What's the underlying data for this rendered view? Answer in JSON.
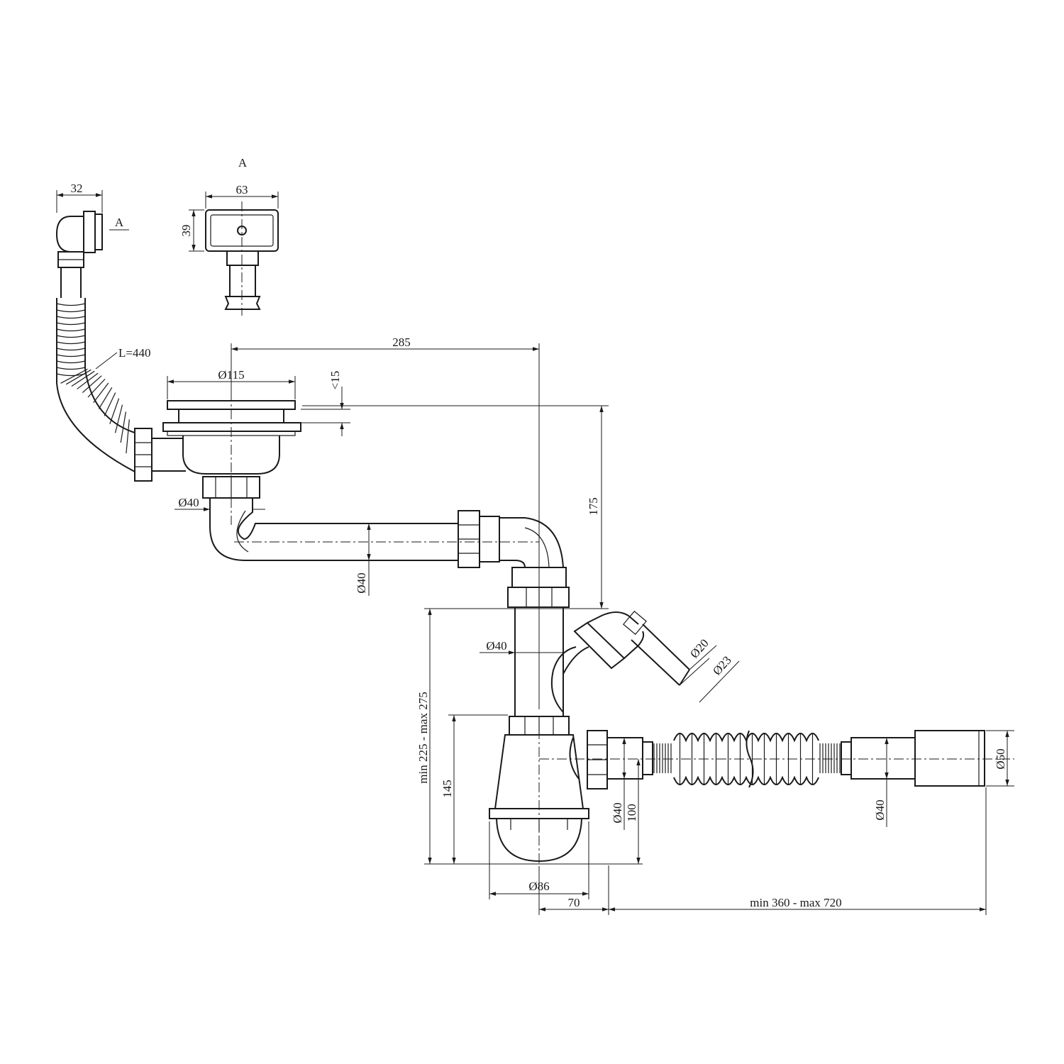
{
  "view_label_top": "A",
  "view_label_side": "A",
  "dimensions": {
    "d32": "32",
    "d63": "63",
    "d39": "39",
    "hose_length": "L=440",
    "d285": "285",
    "d115": "Ø115",
    "d15": "<15",
    "d175": "175",
    "d40_outlet": "Ø40",
    "d40_arm": "Ø40",
    "d40_vertical": "Ø40",
    "d20": "Ø20",
    "d23": "Ø23",
    "height_range": "min 225 - max 275",
    "d145": "145",
    "d40_side": "Ø40",
    "d100": "100",
    "d40_hose": "Ø40",
    "d50": "Ø50",
    "d86": "Ø86",
    "d70": "70",
    "length_range": "min 360 - max 720"
  }
}
